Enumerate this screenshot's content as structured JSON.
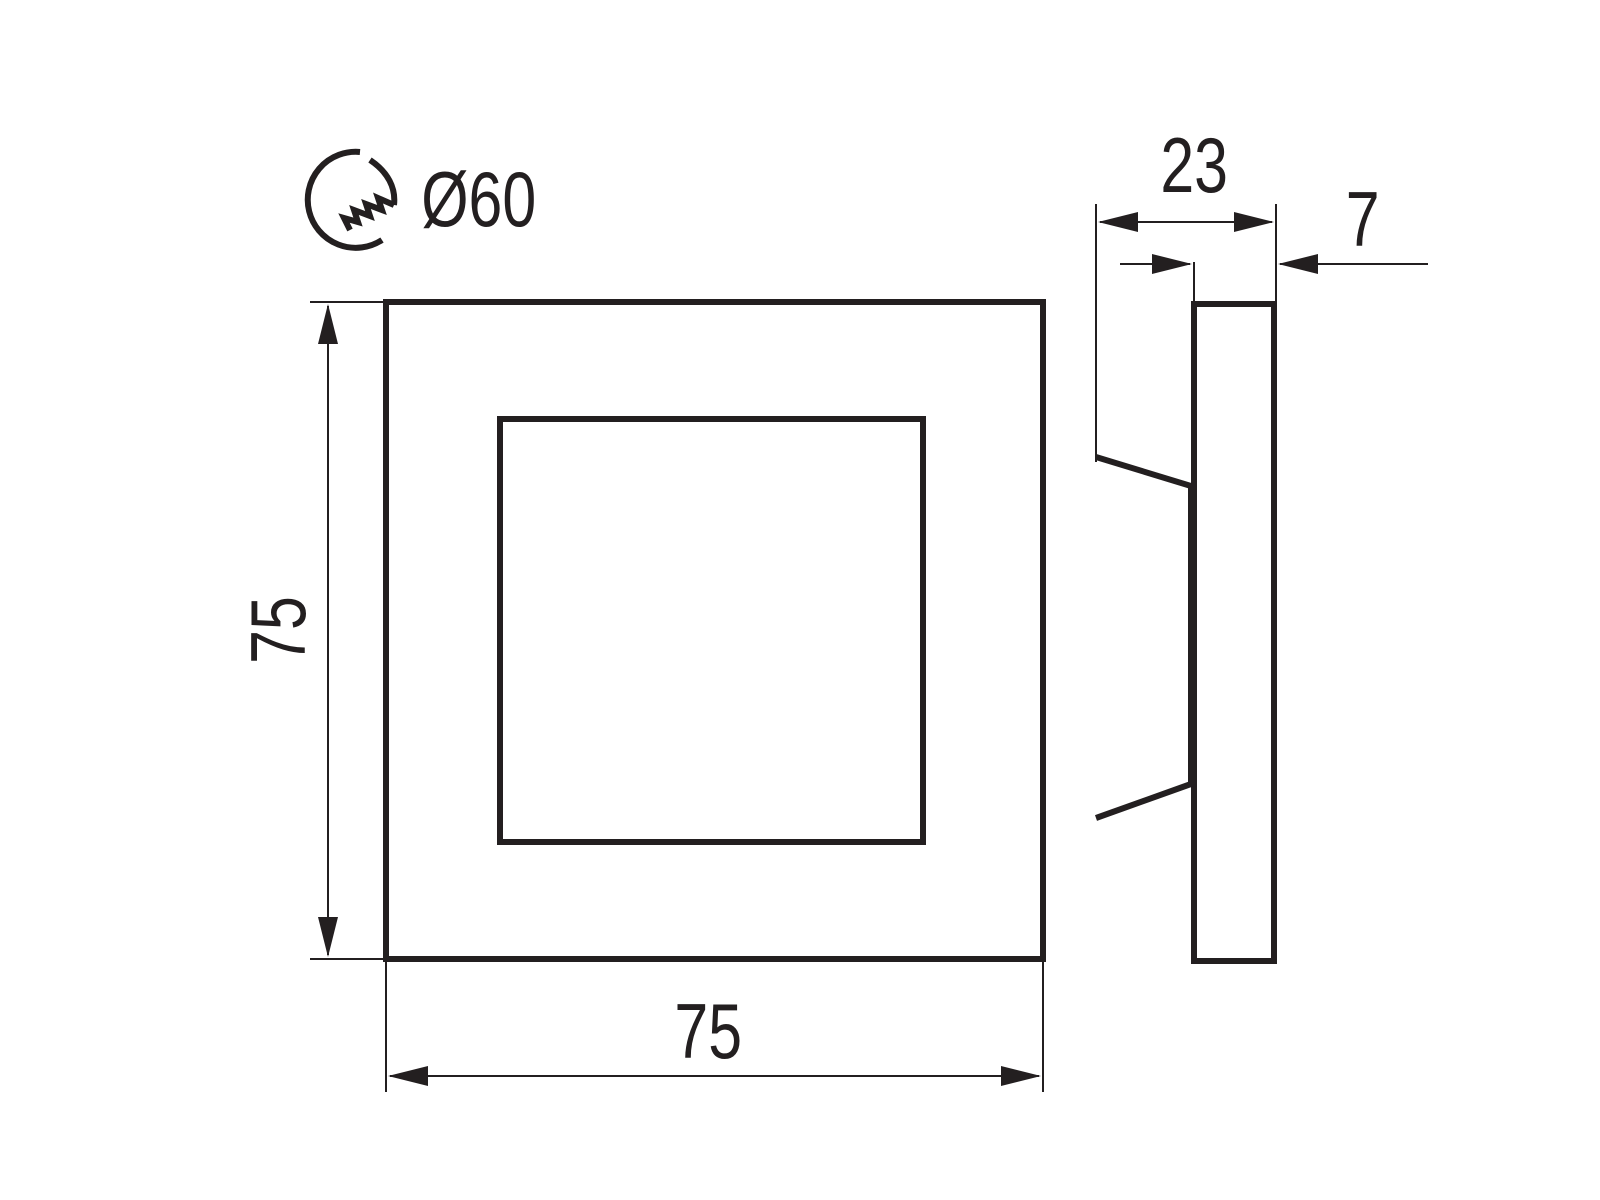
{
  "drawing": {
    "cutout": {
      "icon": "ceiling-cutout-icon",
      "label": "Ø60"
    },
    "front_view": {
      "height_label": "75",
      "width_label": "75"
    },
    "side_view": {
      "depth_label": "23",
      "plate_label": "7"
    },
    "line_color": "#231f20"
  }
}
